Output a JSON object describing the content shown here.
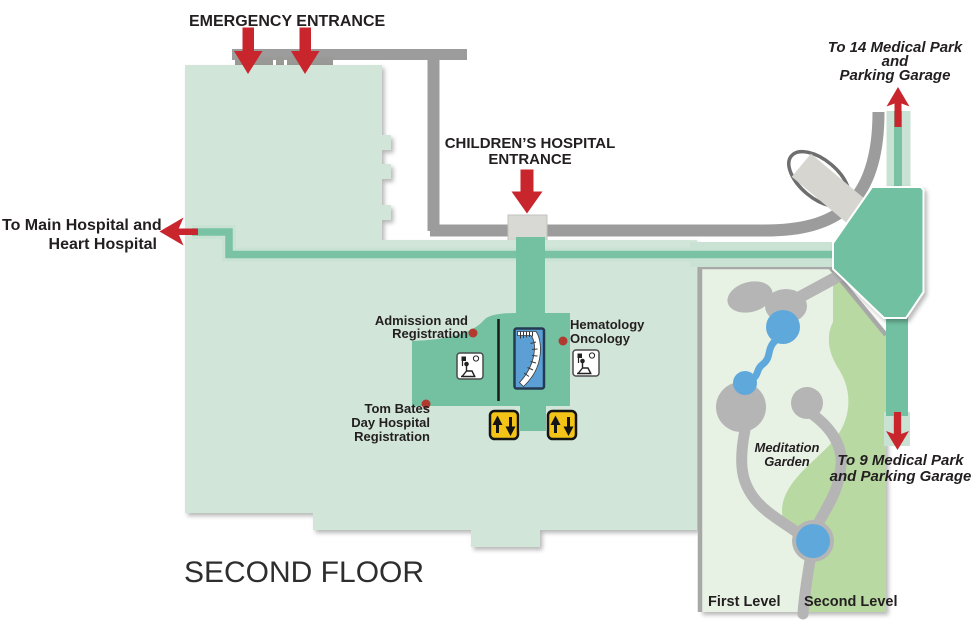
{
  "map_title": "SECOND FLOOR",
  "labels": {
    "emergency_entrance": "EMERGENCY ENTRANCE",
    "childrens_hospital_entrance": {
      "line1": "CHILDREN’S HOSPITAL",
      "line2": "ENTRANCE"
    },
    "to_main_hospital": {
      "line1": "To Main Hospital and",
      "line2": "Heart Hospital"
    },
    "to_14_medical_park": {
      "line1": "To 14 Medical Park",
      "line2": "and",
      "line3": "Parking Garage"
    },
    "to_9_medical_park": {
      "line1": "To 9 Medical Park",
      "line2": "and Parking Garage"
    },
    "admission_registration": {
      "line1": "Admission and",
      "line2": "Registration"
    },
    "hematology_oncology": {
      "line1": "Hematology",
      "line2": "Oncology"
    },
    "tom_bates_day_hospital": {
      "line1": "Tom Bates",
      "line2": "Day Hospital",
      "line3": "Registration"
    },
    "meditation_garden": {
      "line1": "Meditation",
      "line2": "Garden"
    },
    "first_level": "First Level",
    "second_level": "Second Level"
  },
  "icons": {
    "elevator": "up-down-arrows on yellow square (2 instances)",
    "stairs": "curved staircase on blue rectangle",
    "registration_desk": "seated figure with clock on white square (2 instances)",
    "entrance_arrow": "red block arrow",
    "direction_arrow": "red slim arrow",
    "location_dot": "red dot marker"
  },
  "colors": {
    "building_fill": "#d2e5d9",
    "corridor_line": "#79c3a4",
    "corridor_band": "#c9e2d4",
    "lobby_fill": "#74c1a2",
    "hub_fill": "#72c0a2",
    "road_gray": "#9c9c9c",
    "garden_first_level": "#e8f2e4",
    "garden_second_level": "#b9d9a2",
    "garden_path": "#b5b5b5",
    "pond_blue": "#5fa8dc",
    "stairs_blue": "#5b9fd4",
    "elevator_yellow": "#f3c317",
    "arrow_red": "#c9252d",
    "dot_red": "#b03a30",
    "entrance_block": "#d8d8d4"
  }
}
